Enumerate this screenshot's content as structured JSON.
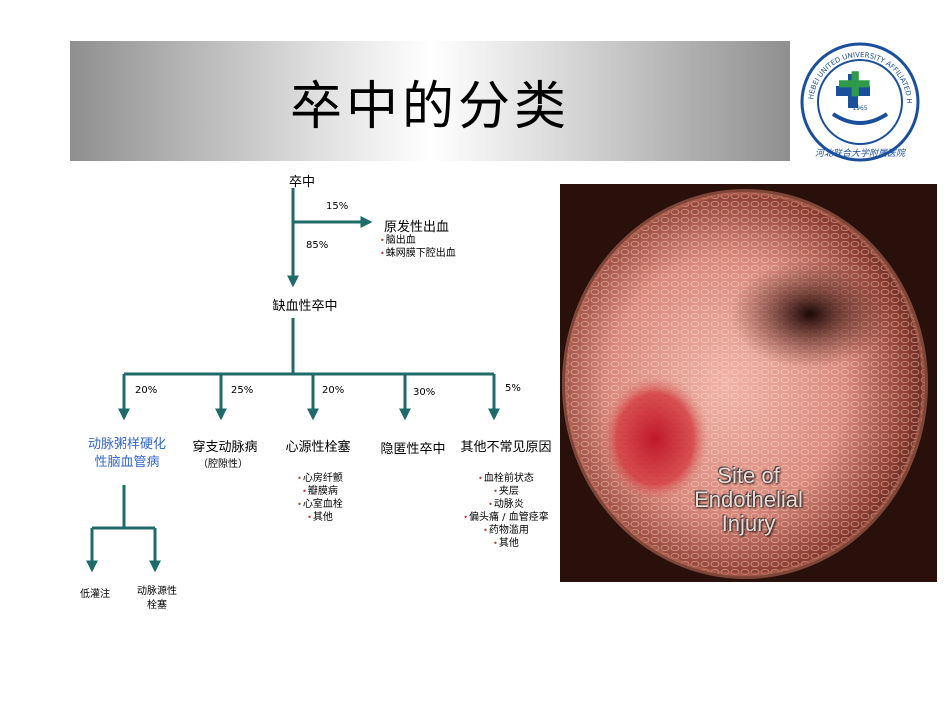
{
  "title": "卒中的分类",
  "logo": {
    "ring_text": "HEBEI UNITED UNIVERSITY AFFILIATED HOSPITAL",
    "year": "1965",
    "calligraphy": "河北联合大学附属医院"
  },
  "photo": {
    "caption": "Site of\nEndothelial\nInjury"
  },
  "diagram": {
    "root": "卒中",
    "branch_hemorrhage": {
      "pct": "15%",
      "label": "原发性出血",
      "items": [
        "脑出血",
        "蛛网膜下腔出血"
      ]
    },
    "branch_ischemic": {
      "pct": "85%",
      "label": "缺血性卒中"
    },
    "subtypes": [
      {
        "pct": "20%",
        "label_line1": "动脉粥样硬化",
        "label_line2": "性脑血管病",
        "sub": ""
      },
      {
        "pct": "25%",
        "label_line1": "穿支动脉病",
        "sub": "（腔隙性）"
      },
      {
        "pct": "20%",
        "label_line1": "心源性栓塞",
        "items": [
          "心房纤颤",
          "瓣膜病",
          "心室血栓",
          "其他"
        ]
      },
      {
        "pct": "30%",
        "label_line1": "隐匿性卒中"
      },
      {
        "pct": "5%",
        "label_line1": "其他不常见原因",
        "items": [
          "血栓前状态",
          "夹层",
          "动脉炎",
          "偏头痛 / 血管痉挛",
          "药物滥用",
          "其他"
        ]
      }
    ],
    "athero_children": [
      {
        "label": "低灌注"
      },
      {
        "label_line1": "动脉源性",
        "label_line2": "栓塞"
      }
    ]
  },
  "colors": {
    "connector": "#1f6b6b",
    "link_blue": "#3366cc",
    "logo_blue": "#1a4f9c",
    "logo_green": "#2e9a4a"
  }
}
